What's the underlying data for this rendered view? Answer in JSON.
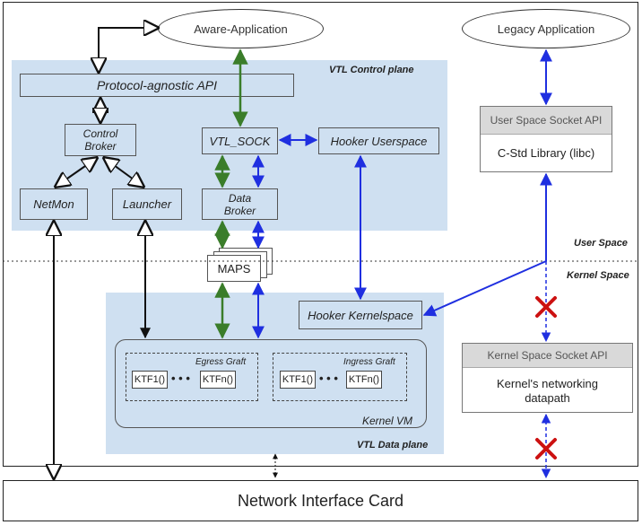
{
  "applications": {
    "aware": "Aware-Application",
    "legacy": "Legacy Application"
  },
  "control_plane": {
    "title": "VTL Control plane",
    "protocol_api": "Protocol-agnostic API",
    "control_broker": [
      "Control",
      "Broker"
    ],
    "netmon": "NetMon",
    "launcher": "Launcher",
    "vtl_sock": "VTL_SOCK",
    "hooker_userspace": "Hooker Userspace",
    "data_broker": [
      "Data",
      "Broker"
    ]
  },
  "maps": "MAPS",
  "spaces": {
    "user": "User Space",
    "kernel": "Kernel Space"
  },
  "data_plane": {
    "title": "VTL Data plane",
    "hooker_kernelspace": "Hooker Kernelspace",
    "kernel_vm": "Kernel VM",
    "egress_graft": "Egress Graft",
    "ingress_graft": "Ingress Graft",
    "ktf_1": "KTF1()",
    "ktf_n": "KTFn()",
    "dots": "• • •"
  },
  "legacy_stack": {
    "socket_api": "User Space Socket API",
    "libc": "C-Std Library (libc)"
  },
  "kernel_stack": {
    "socket_api": "Kernel Space Socket API",
    "datapath": [
      "Kernel's networking",
      "datapath"
    ]
  },
  "nic": "Network Interface Card",
  "colors": {
    "region_fill": "#cfe0f1",
    "green_arrow": "#3a7d2a",
    "blue_arrow": "#1f2fe0",
    "cross": "#cc1111"
  }
}
